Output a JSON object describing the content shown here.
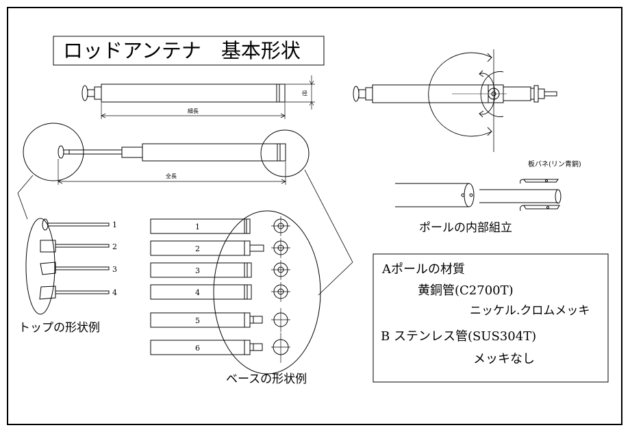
{
  "title": "ロッドアンテナ　基本形状",
  "dims": {
    "diameter": "径",
    "length_inner": "細長",
    "length_total": "全長"
  },
  "tops": {
    "labels": [
      "1",
      "2",
      "3",
      "4"
    ],
    "caption": "トップの形状例"
  },
  "bases": {
    "labels": [
      "1",
      "2",
      "3",
      "4",
      "5",
      "6"
    ],
    "caption": "ベースの形状例"
  },
  "assembly": {
    "spring_label": "板バネ(リン青銅)",
    "caption": "ポールの内部組立"
  },
  "materials": {
    "a_title": "Aポールの材質",
    "a_material": "黄銅管(C2700T)",
    "a_plating": "ニッケル.クロムメッキ",
    "b_title": "B ステンレス管(SUS304T)",
    "b_plating": "メッキなし"
  }
}
